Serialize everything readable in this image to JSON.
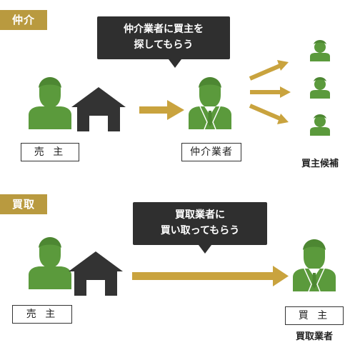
{
  "colors": {
    "person_green": "#5b9a3c",
    "house": "#333333",
    "arrow_gold": "#c9a33e",
    "tag_gold": "#b99a3f",
    "bubble_dark": "#2f2f2f"
  },
  "icons": [
    "person-icon",
    "house-icon",
    "arrow-right-icon"
  ],
  "section_chukai": {
    "tag": "仲介",
    "bubble_line1": "仲介業者に買主を",
    "bubble_line2": "探してもらう",
    "seller_label": "売 主",
    "agent_label": "仲介業者",
    "buyers_label": "買主候補"
  },
  "section_kaitori": {
    "tag": "買取",
    "bubble_line1": "買取業者に",
    "bubble_line2": "買い取ってもらう",
    "seller_label": "売 主",
    "buyer_label": "買 主",
    "buyer_sublabel": "買取業者"
  }
}
